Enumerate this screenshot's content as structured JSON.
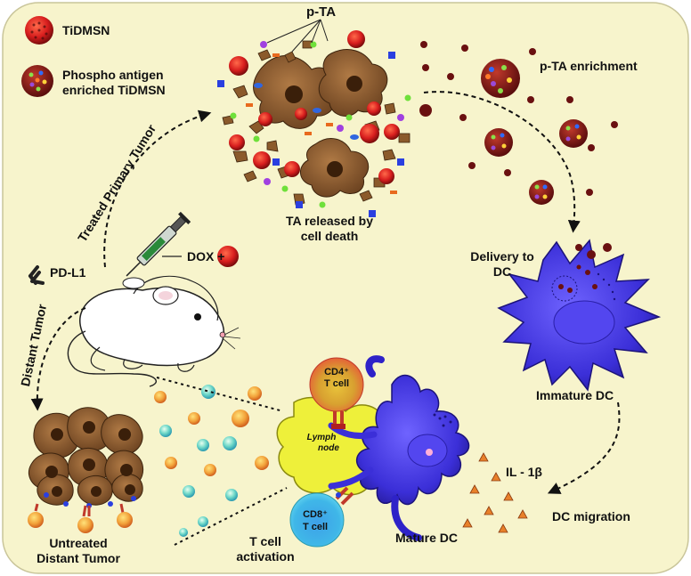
{
  "legend": {
    "tidmsn": "TiDMSN",
    "phospho_line1": "Phospho antigen",
    "phospho_line2": "enriched TiDMSN"
  },
  "labels": {
    "p_ta": "p-TA",
    "p_ta_enrichment": "p-TA enrichment",
    "ta_released_line1": "TA released by",
    "ta_released_line2": "cell death",
    "treated_primary_tumor": "Treated Primary Tumor",
    "distant_tumor": "Distant Tumor",
    "pd_l1": "PD-L1",
    "dox": "DOX +",
    "delivery_line1": "Delivery to",
    "delivery_line2": "DC",
    "immature_dc": "Immature DC",
    "dc_migration": "DC migration",
    "il1b": "IL - 1β",
    "mature_dc": "Mature DC",
    "t_cell_activation_line1": "T cell",
    "t_cell_activation_line2": "activation",
    "untreated_line1": "Untreated",
    "untreated_line2": "Distant Tumor",
    "cd4_line1": "CD4⁺",
    "cd4_line2": "T cell",
    "cd8_line1": "CD8⁺",
    "cd8_line2": "T cell",
    "lymph_line1": "Lymph",
    "lymph_line2": "node"
  },
  "colors": {
    "background": "#f7f4cc",
    "tumor_cell": "#8b5a2b",
    "nanoparticle": "#d42020",
    "dendritic_cell": "#3b2fd8",
    "lymph_node": "#eef03a",
    "t_cell_cd4": "#e86a3c",
    "t_cell_cd8": "#3fb7e8"
  }
}
